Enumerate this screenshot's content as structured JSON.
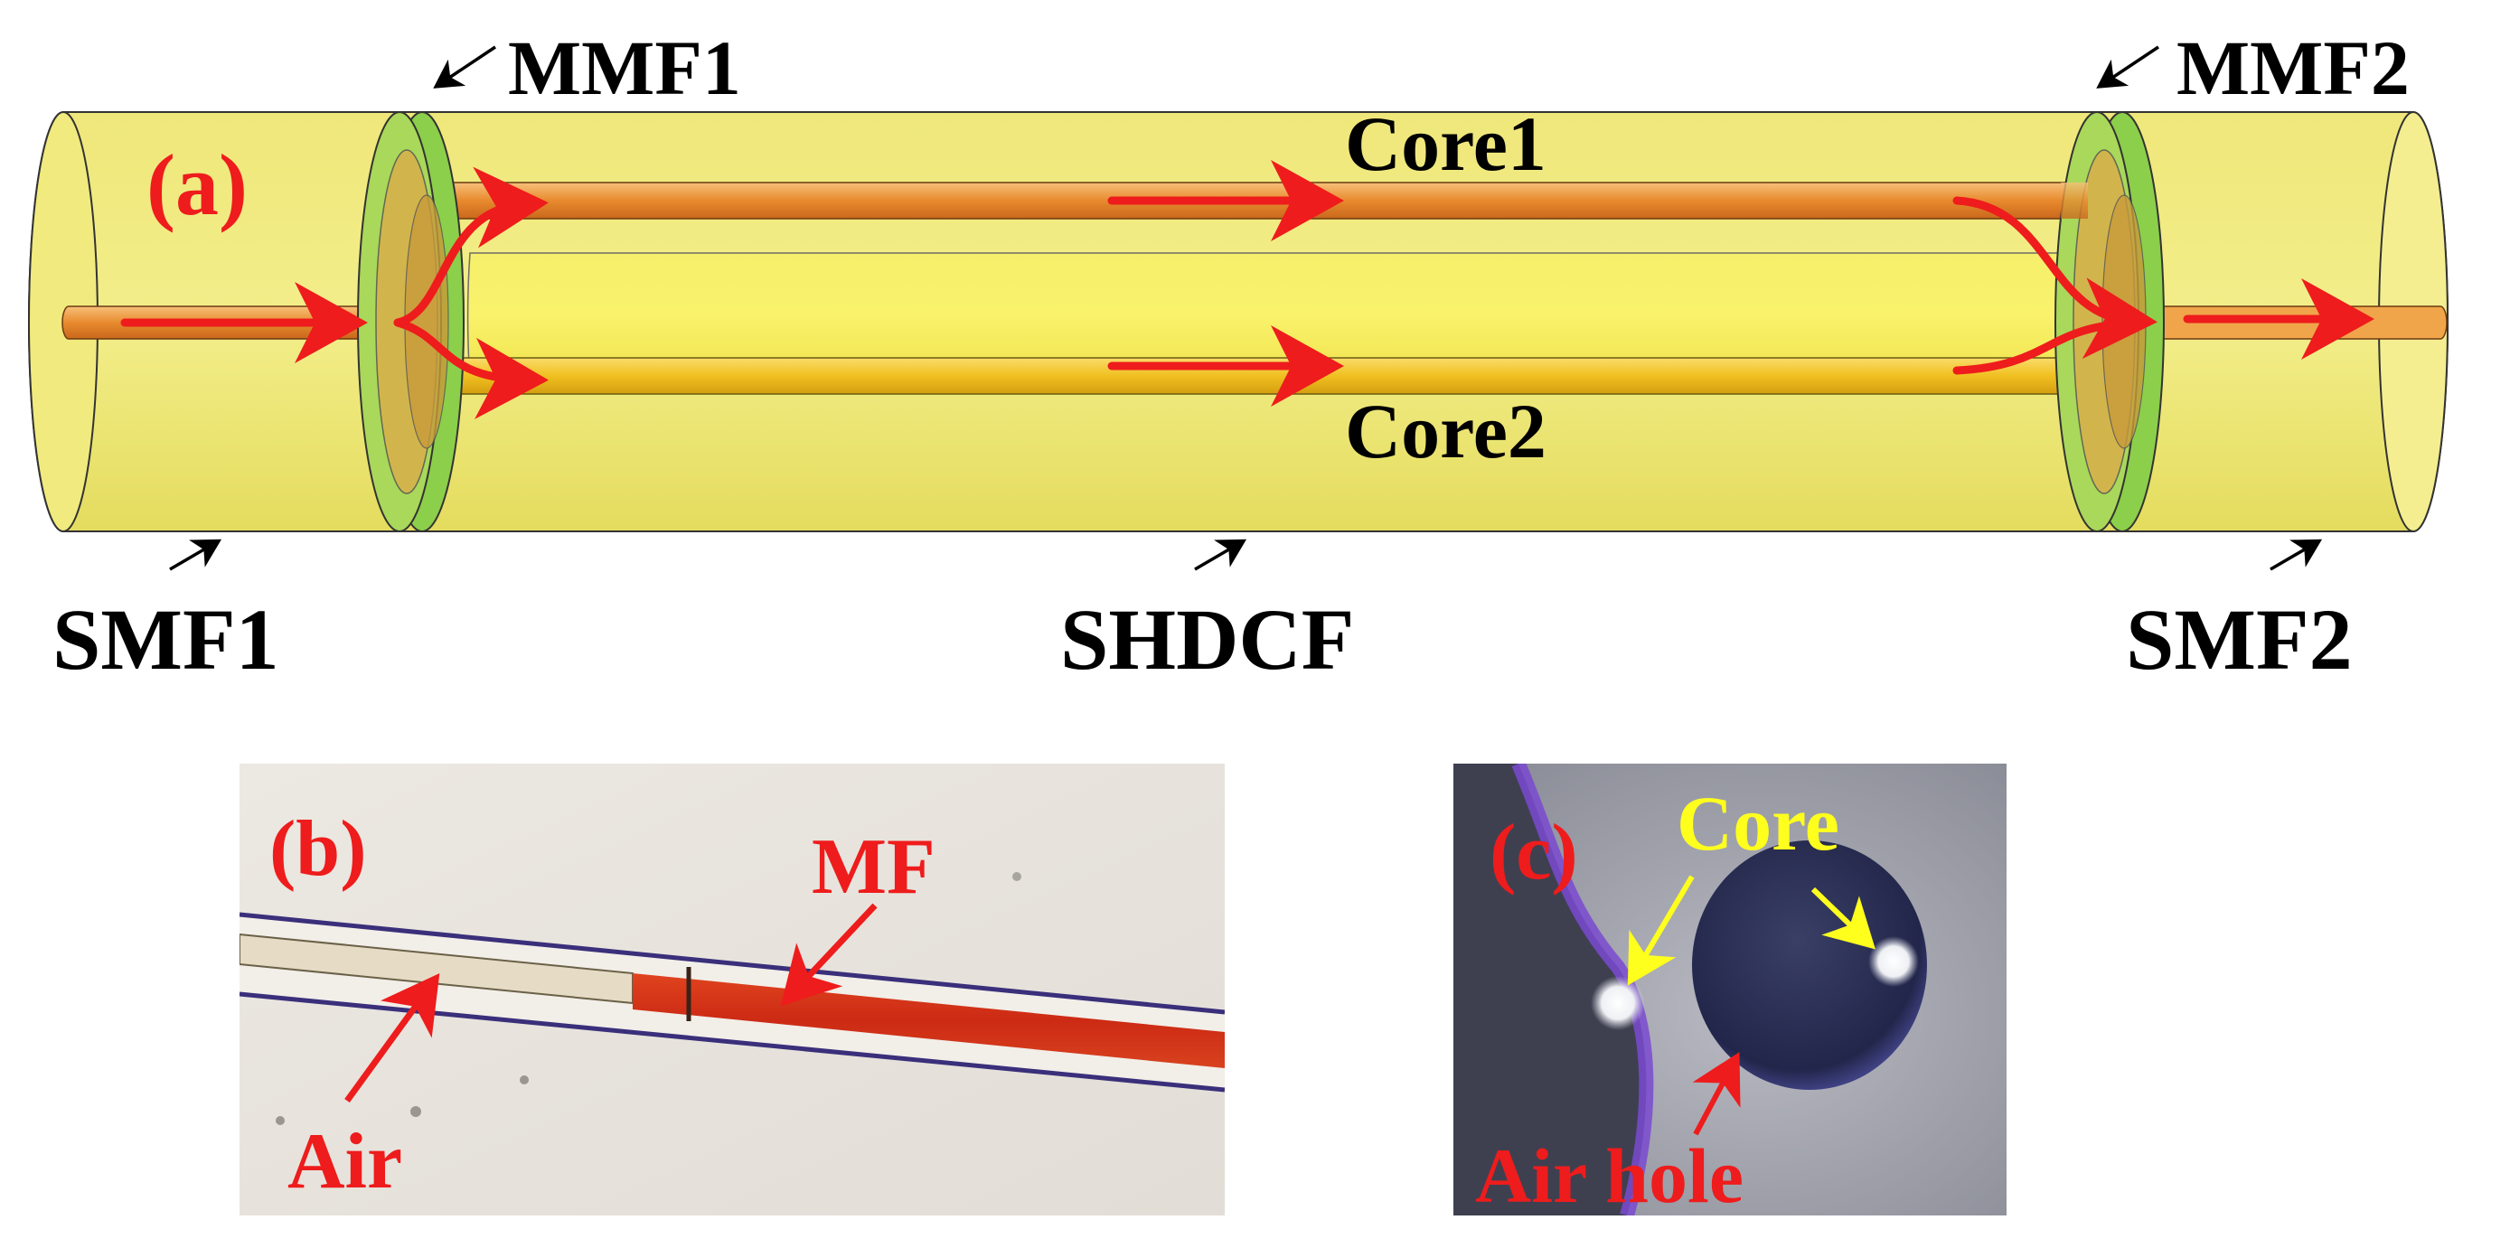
{
  "panel_a": {
    "label": "(a)",
    "mmf1": "MMF1",
    "mmf2": "MMF2",
    "core1": "Core1",
    "core2": "Core2",
    "smf1": "SMF1",
    "shdcf": "SHDCF",
    "smf2": "SMF2"
  },
  "panel_b": {
    "label": "(b)",
    "mf": "MF",
    "air": "Air"
  },
  "panel_c": {
    "label": "(c)",
    "core": "Core",
    "air_hole": "Air hole"
  },
  "colors": {
    "fiber_yellow": "#f2ef6e",
    "mmf_green": "#7cc43a",
    "core_orange": "#e8892a",
    "core_yellow": "#f0c020",
    "arrow_red": "#ee1c1c",
    "text_yellow": "#ffff1e"
  }
}
